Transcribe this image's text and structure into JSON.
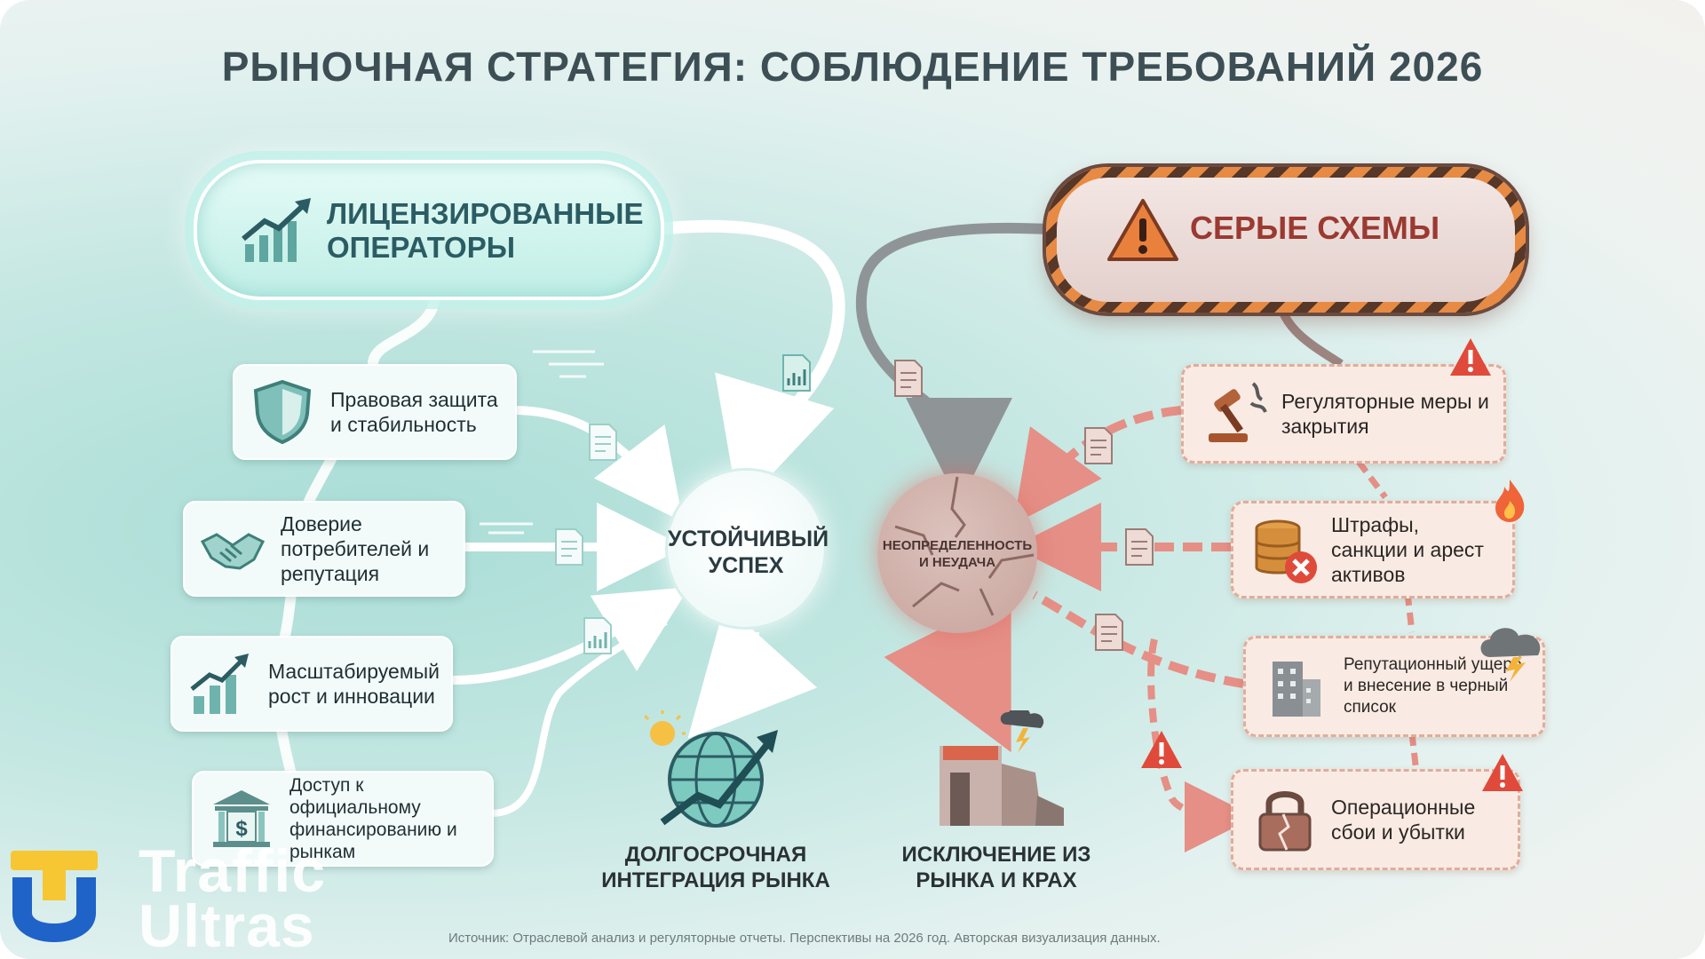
{
  "title": "РЫНОЧНАЯ СТРАТЕГИЯ: СОБЛЮДЕНИЕ ТРЕБОВАНИЙ 2026",
  "licensed": {
    "label": "ЛИЦЕНЗИРОВАННЫЕ ОПЕРАТОРЫ",
    "icon": "growth-chart-icon"
  },
  "grey": {
    "label": "СЕРЫЕ СХЕМЫ",
    "icon": "warning-icon"
  },
  "left_benefits": [
    {
      "label": "Правовая защита и стабильность",
      "icon": "shield-icon"
    },
    {
      "label": "Доверие потребителей и репутация",
      "icon": "handshake-icon"
    },
    {
      "label": "Масштабируемый рост и инновации",
      "icon": "bar-growth-icon"
    },
    {
      "label": "Доступ к официальному финансированию и рынкам",
      "icon": "bank-icon"
    }
  ],
  "success_hub": "УСТОЙЧИВЫЙ УСПЕХ",
  "failure_hub": "НЕОПРЕДЕЛЕННОСТЬ И НЕУДАЧА",
  "right_risks": [
    {
      "label": "Регуляторные меры и закрытия",
      "icon": "gavel-icon"
    },
    {
      "label": "Штрафы, санкции и арест активов",
      "icon": "coins-icon"
    },
    {
      "label": "Репутационный ущерб и внесение в черный список",
      "icon": "building-storm-icon"
    },
    {
      "label": "Операционные сбои и убытки",
      "icon": "broken-lock-icon"
    }
  ],
  "outcome_left": "ДОЛГОСРОЧНАЯ ИНТЕГРАЦИЯ РЫНКА",
  "outcome_right": "ИСКЛЮЧЕНИЕ ИЗ РЫНКА И КРАХ",
  "source": "Источник: Отраслевой анализ и регуляторные отчеты. Перспективы на 2026 год. Авторская визуализация данных.",
  "watermark": {
    "line1": "Traffic",
    "line2": "Ultras"
  },
  "colors": {
    "teal": "#2c5c63",
    "red": "#9a3a32",
    "orange": "#e68a44",
    "alert": "#e04a3a"
  }
}
